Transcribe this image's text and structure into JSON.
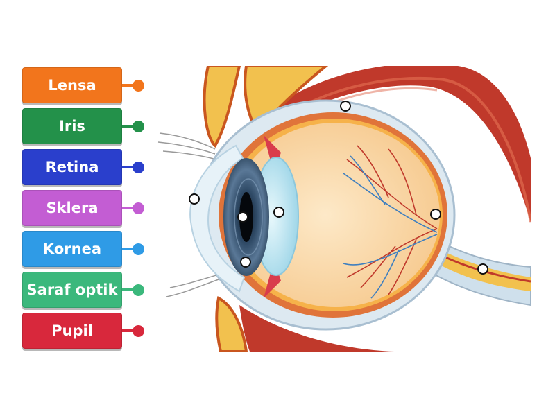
{
  "labels": [
    {
      "text": "Lensa",
      "color": "#f2751c"
    },
    {
      "text": "Iris",
      "color": "#23914a"
    },
    {
      "text": "Retina",
      "color": "#2a3fcc"
    },
    {
      "text": "Sklera",
      "color": "#c35dd3"
    },
    {
      "text": "Kornea",
      "color": "#2f9be6"
    },
    {
      "text": "Saraf optik",
      "color": "#3bb87c"
    },
    {
      "text": "Pupil",
      "color": "#d8283c"
    }
  ],
  "pin_count": 7,
  "icons": {
    "target_pin": "hollow-circle-marker",
    "label_knob": "round-connector-dot"
  }
}
